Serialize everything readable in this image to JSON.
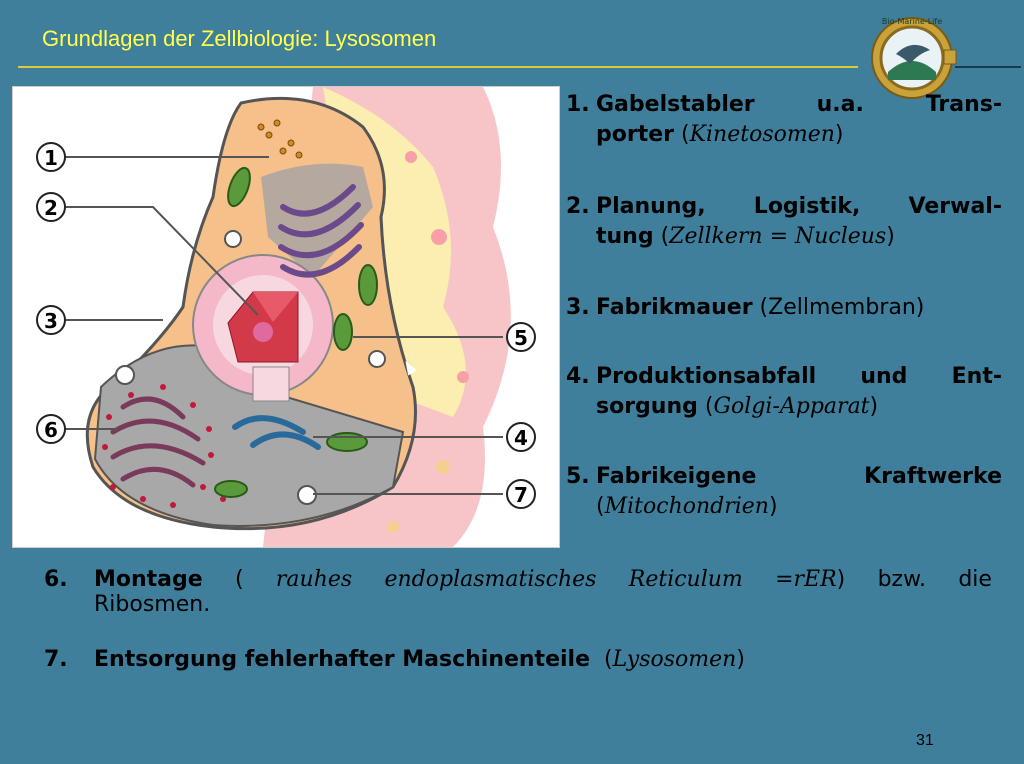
{
  "slide": {
    "title": "Grundlagen der Zellbiologie: Lysosomen",
    "page_number": "31",
    "logo_text": "Bio-Marine-Life",
    "callouts": [
      "1",
      "2",
      "3",
      "4",
      "5",
      "6",
      "7"
    ]
  },
  "items": [
    {
      "num": "1.",
      "l1": [
        "Gabelstabler",
        "u.a.",
        "Trans-"
      ],
      "l2_bold": "porter",
      "l2_paren_open": " (",
      "l2_italic": "Kinetosomen",
      "l2_paren_close": ")"
    },
    {
      "num": "2.",
      "l1": [
        "Planung,",
        "Logistik,",
        "Verwal-"
      ],
      "l2_bold": "tung",
      "l2_paren_open": " (",
      "l2_italic": "Zellkern = Nucleus",
      "l2_paren_close": ")"
    },
    {
      "num": "3.",
      "bold": "Fabrikmauer",
      "normal": " (Zellmembran)"
    },
    {
      "num": "4.",
      "l1": [
        "Produktionsabfall",
        "und",
        "Ent-"
      ],
      "l2_bold": "sorgung",
      "l2_paren_open": " (",
      "l2_italic": "Golgi-Apparat",
      "l2_paren_close": ")"
    },
    {
      "num": "5.",
      "l1": [
        "Fabrikeigene",
        "Kraftwerke"
      ],
      "l2_paren_open": "(",
      "l2_italic": "Mitochondrien",
      "l2_paren_close": ")"
    }
  ],
  "bottom": [
    {
      "num": "6.",
      "bold": "Montage",
      "paren_open": "(",
      "italic_words": [
        "rauhes",
        "endoplasmatisches",
        "Reticulum",
        "=rER"
      ],
      "paren_close": ")",
      "tail": [
        "bzw.",
        "die"
      ],
      "l2": "Ribosmen."
    },
    {
      "num": "7.",
      "bold": "Entsorgung fehlerhafter Maschinenteile",
      "paren_open": "  (",
      "italic": "Lysosomen",
      "paren_close": ")"
    }
  ]
}
